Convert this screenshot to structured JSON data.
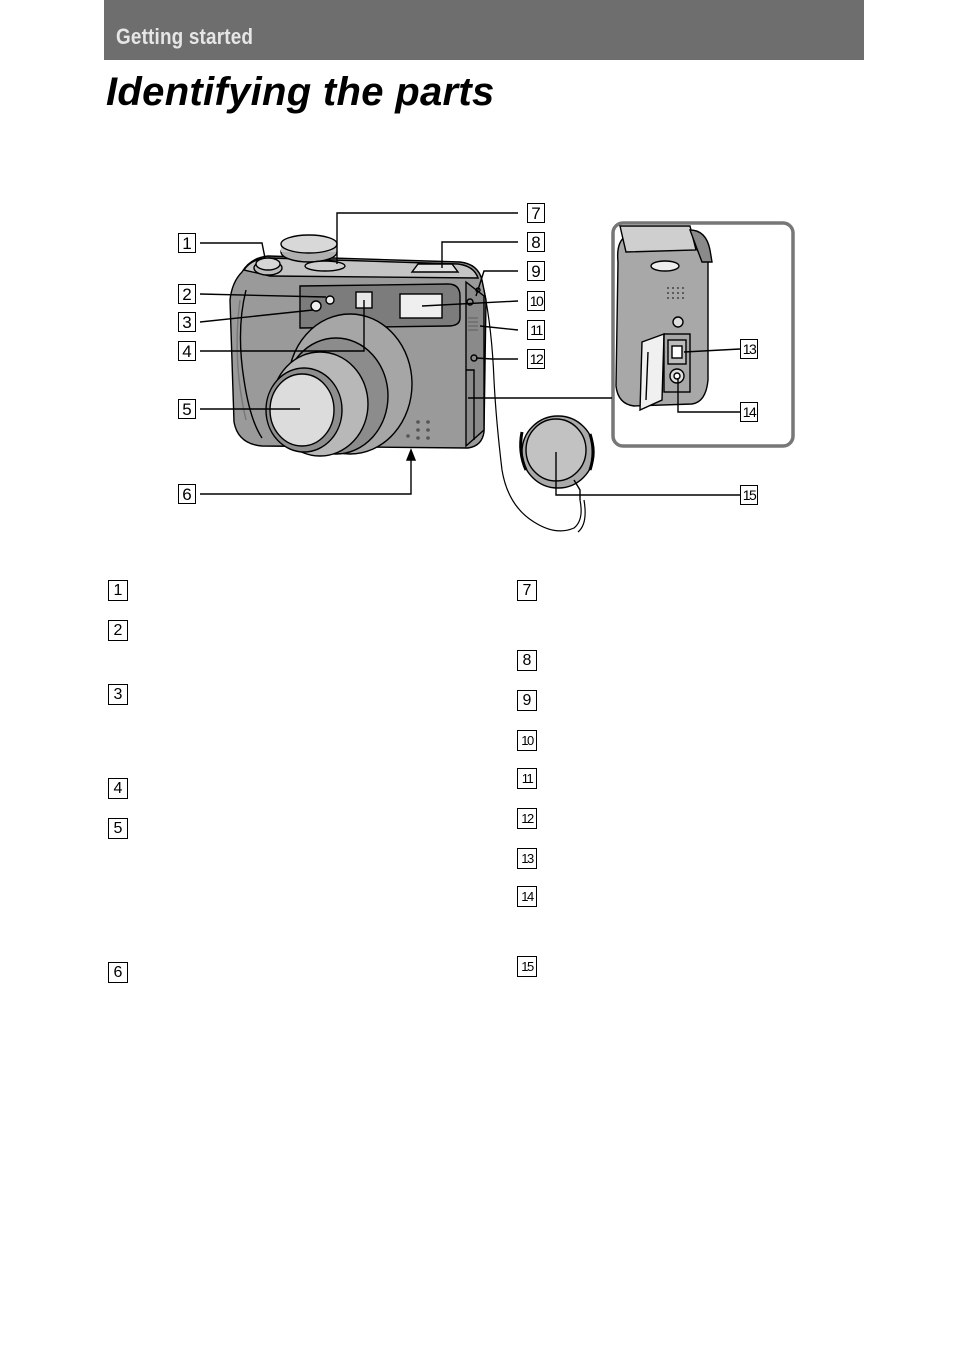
{
  "header": {
    "section": "Getting started"
  },
  "title": "Identifying the parts",
  "diagram": {
    "callouts": [
      "1",
      "2",
      "3",
      "4",
      "5",
      "6",
      "7",
      "8",
      "9",
      "10",
      "11",
      "12",
      "13",
      "14",
      "15"
    ]
  },
  "parts_list": {
    "left": [
      "1",
      "2",
      "3",
      "4",
      "5",
      "6"
    ],
    "right": [
      "7",
      "8",
      "9",
      "10",
      "11",
      "12",
      "13",
      "14",
      "15"
    ]
  }
}
